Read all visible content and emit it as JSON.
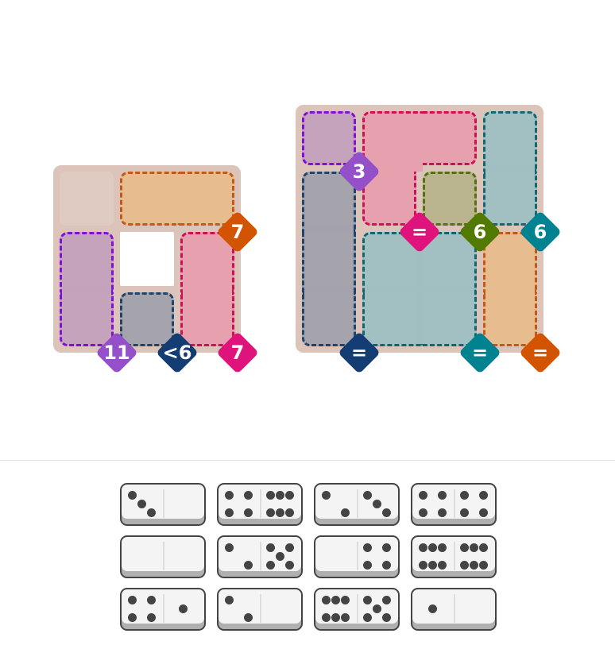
{
  "boards": [
    {
      "rows": 3,
      "cols": 3,
      "holes": [
        [
          1,
          1
        ]
      ],
      "regions": [
        {
          "id": "a",
          "cells": [
            [
              0,
              0
            ]
          ],
          "kind": "empty"
        },
        {
          "id": "orange",
          "cells": [
            [
              0,
              1
            ],
            [
              0,
              2
            ]
          ],
          "fill": "#e8bc8c",
          "stroke": "#c0500a",
          "badge": "7",
          "badge_color": "#d35400"
        },
        {
          "id": "purple",
          "cells": [
            [
              1,
              0
            ],
            [
              2,
              0
            ]
          ],
          "fill": "#c4a0bd",
          "stroke": "#7a00d6",
          "badge": "11",
          "badge_color": "#9450c8"
        },
        {
          "id": "navy",
          "cells": [
            [
              2,
              1
            ]
          ],
          "fill": "#a0a0ab",
          "stroke": "#0f3a66",
          "badge": "<6",
          "badge_color": "#143d73"
        },
        {
          "id": "pink",
          "cells": [
            [
              1,
              2
            ],
            [
              2,
              2
            ]
          ],
          "fill": "#e89dac",
          "stroke": "#d0004a",
          "badge": "7",
          "badge_color": "#de147c"
        }
      ]
    },
    {
      "rows": 4,
      "cols": 4,
      "holes": [],
      "regions": [
        {
          "id": "purple",
          "cells": [
            [
              0,
              0
            ]
          ],
          "fill": "#c4a0bd",
          "stroke": "#7a00d6",
          "badge": "3",
          "badge_color": "#9450c8"
        },
        {
          "id": "pink",
          "cells": [
            [
              0,
              1
            ],
            [
              0,
              2
            ],
            [
              1,
              1
            ]
          ],
          "fill": "#e89dac",
          "stroke": "#d0004a",
          "badge": "=",
          "badge_color": "#de147c"
        },
        {
          "id": "olive",
          "cells": [
            [
              1,
              2
            ]
          ],
          "fill": "#b6b38a",
          "stroke": "#4a6a00",
          "badge": "6",
          "badge_color": "#537a00"
        },
        {
          "id": "teal1",
          "cells": [
            [
              0,
              3
            ],
            [
              1,
              3
            ]
          ],
          "fill": "#9dbfc1",
          "stroke": "#005f6b",
          "badge": "6",
          "badge_color": "#008291"
        },
        {
          "id": "navy",
          "cells": [
            [
              1,
              0
            ],
            [
              2,
              0
            ],
            [
              3,
              0
            ]
          ],
          "fill": "#a0a0ab",
          "stroke": "#0f3a66",
          "badge": "=",
          "badge_color": "#143d73"
        },
        {
          "id": "teal2",
          "cells": [
            [
              2,
              1
            ],
            [
              2,
              2
            ],
            [
              3,
              1
            ],
            [
              3,
              2
            ]
          ],
          "fill": "#9dbfc1",
          "stroke": "#005f6b",
          "badge": "=",
          "badge_color": "#008291"
        },
        {
          "id": "orange",
          "cells": [
            [
              2,
              3
            ],
            [
              3,
              3
            ]
          ],
          "fill": "#e8bc8c",
          "stroke": "#c0500a",
          "badge": "=",
          "badge_color": "#d35400"
        }
      ]
    }
  ],
  "dominoes": [
    [
      3,
      0
    ],
    [
      4,
      6
    ],
    [
      2,
      3
    ],
    [
      4,
      4
    ],
    [
      0,
      0
    ],
    [
      2,
      5
    ],
    [
      0,
      4
    ],
    [
      6,
      6
    ],
    [
      4,
      1
    ],
    [
      2,
      0
    ],
    [
      6,
      5
    ],
    [
      1,
      0
    ]
  ]
}
